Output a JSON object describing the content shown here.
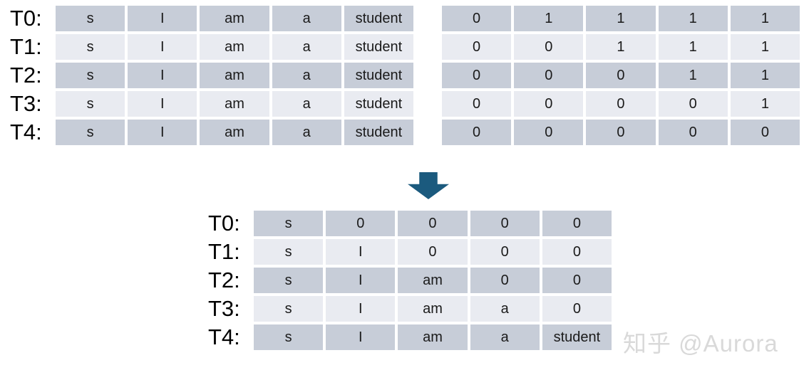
{
  "input_table": {
    "row_labels": [
      "T0:",
      "T1:",
      "T2:",
      "T3:",
      "T4:"
    ],
    "rows": [
      [
        "s",
        "I",
        "am",
        "a",
        "student"
      ],
      [
        "s",
        "I",
        "am",
        "a",
        "student"
      ],
      [
        "s",
        "I",
        "am",
        "a",
        "student"
      ],
      [
        "s",
        "I",
        "am",
        "a",
        "student"
      ],
      [
        "s",
        "I",
        "am",
        "a",
        "student"
      ]
    ]
  },
  "mask_table": {
    "rows": [
      [
        "0",
        "1",
        "1",
        "1",
        "1"
      ],
      [
        "0",
        "0",
        "1",
        "1",
        "1"
      ],
      [
        "0",
        "0",
        "0",
        "1",
        "1"
      ],
      [
        "0",
        "0",
        "0",
        "0",
        "1"
      ],
      [
        "0",
        "0",
        "0",
        "0",
        "0"
      ]
    ]
  },
  "masked_result_table": {
    "row_labels": [
      "T0:",
      "T1:",
      "T2:",
      "T3:",
      "T4:"
    ],
    "rows": [
      [
        "s",
        "0",
        "0",
        "0",
        "0"
      ],
      [
        "s",
        "I",
        "0",
        "0",
        "0"
      ],
      [
        "s",
        "I",
        "am",
        "0",
        "0"
      ],
      [
        "s",
        "I",
        "am",
        "a",
        "0"
      ],
      [
        "s",
        "I",
        "am",
        "a",
        "student"
      ]
    ]
  },
  "arrow_icon": "down-arrow",
  "watermark": "知乎 @Aurora",
  "colors": {
    "row_dark": "#c7cdd8",
    "row_light": "#e9ebf1",
    "arrow": "#1b5a7e",
    "watermark_text": "#d9d9d9",
    "cell_text": "#1a1a1a"
  }
}
